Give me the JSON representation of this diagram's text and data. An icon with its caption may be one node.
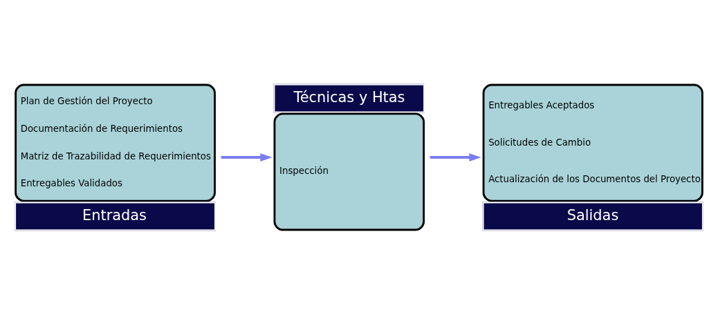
{
  "diagram": {
    "nodes": [
      {
        "text": [
          "Plan de Gestión del Proyecto",
          "Documentación de Requerimientos",
          "Matriz de Trazabilidad de Requerimientos",
          "Entregables Validados",
          "Entradas"
        ]
      },
      {
        "text": [
          "Técnicas y Htas",
          "Inspección"
        ]
      },
      {
        "text": [
          "Entregables Aceptados",
          "Solicitudes de Cambio",
          "Actualización de los Documentos del Proyecto",
          "Salidas"
        ]
      }
    ],
    "edges": [
      {
        "from": 0,
        "to": 1,
        "arrow": "to",
        "color": "#7b7cf2"
      },
      {
        "from": 1,
        "to": 2,
        "arrow": "to",
        "color": "#7b7cf2"
      }
    ]
  }
}
